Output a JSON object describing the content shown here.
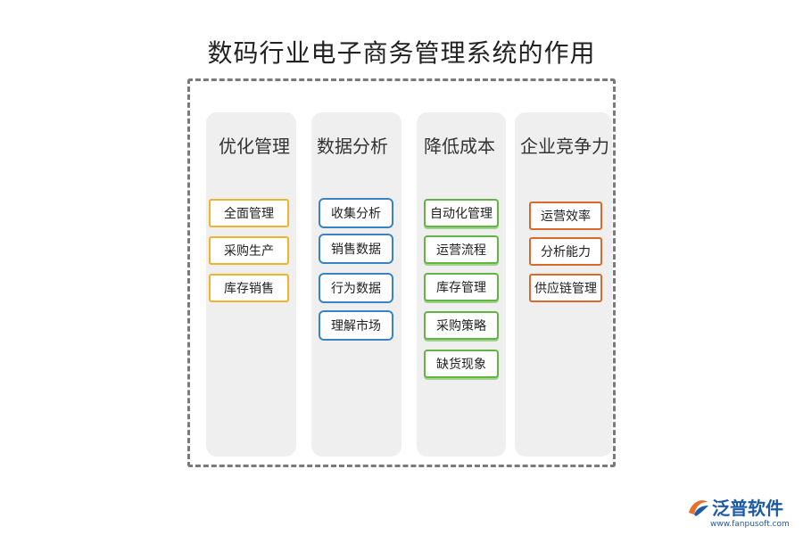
{
  "title": "数码行业电子商务管理系统的作用",
  "columns": [
    {
      "heading": "优化管理",
      "items": [
        "全面管理",
        "采购生产",
        "库存销售"
      ]
    },
    {
      "heading": "数据分析",
      "items": [
        "收集分析",
        "销售数据",
        "行为数据",
        "理解市场"
      ]
    },
    {
      "heading": "降低成本",
      "items": [
        "自动化管理",
        "运营流程",
        "库存管理",
        "采购策略",
        "缺货现象"
      ]
    },
    {
      "heading": "企业竞争力",
      "items": [
        "运营效率",
        "分析能力",
        "供应链管理"
      ]
    }
  ],
  "logo": {
    "name": "泛普软件",
    "url": "www.fanpusoft.com",
    "icon": "fanpu-logo-icon"
  },
  "colors": {
    "orange": "#f0b428",
    "blue": "#3a82c8",
    "green": "#62b444",
    "red": "#d96a2b",
    "logo": "#1d5aa8"
  }
}
